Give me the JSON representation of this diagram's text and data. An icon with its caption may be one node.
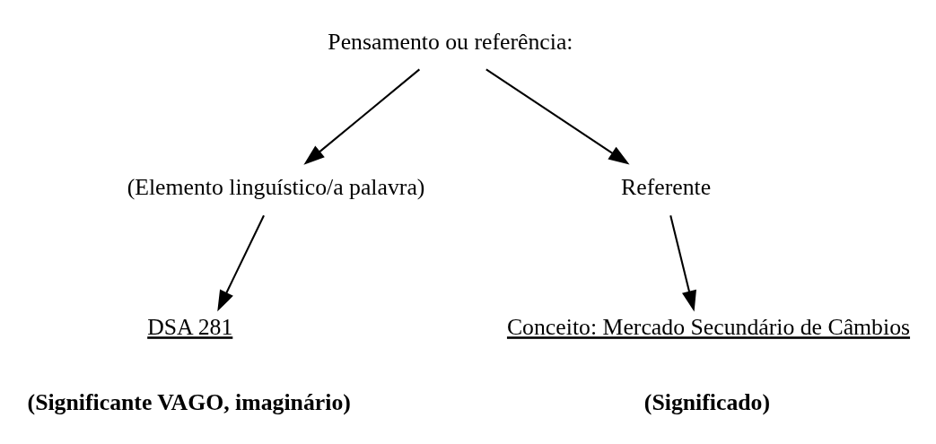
{
  "diagram": {
    "nodes": [
      {
        "text": [
          "Pensamento ou referência:"
        ]
      },
      {
        "text": [
          "(Elemento linguístico/a palavra)"
        ]
      },
      {
        "text": [
          "Referente"
        ]
      },
      {
        "text": [
          "DSA 281"
        ],
        "beside": [
          "(Significante VAGO, imaginário)"
        ]
      },
      {
        "text": [
          "Conceito: Mercado Secundário de Câmbios"
        ],
        "beside": [
          "(Significado)"
        ]
      }
    ],
    "edges": [
      {
        "from": 0,
        "to": 1,
        "arrow": "to"
      },
      {
        "from": 0,
        "to": 2,
        "arrow": "to"
      },
      {
        "from": 1,
        "to": 3,
        "arrow": "to"
      },
      {
        "from": 2,
        "to": 4,
        "arrow": "to"
      }
    ]
  }
}
